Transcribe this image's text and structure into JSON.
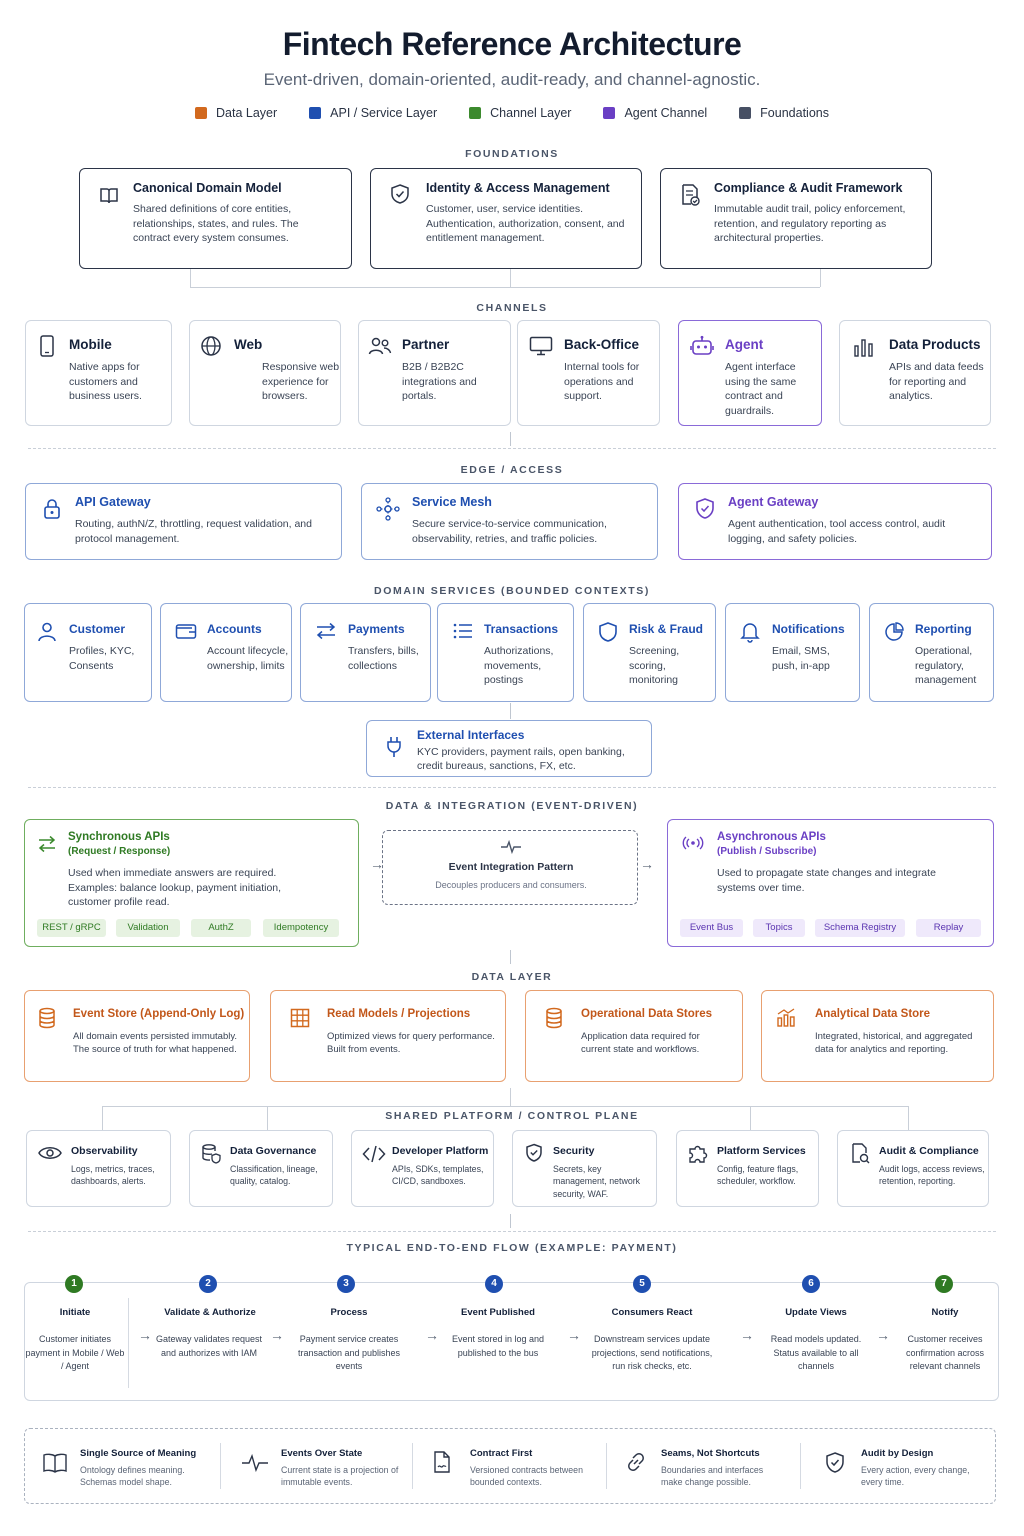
{
  "title": "Fintech Reference Architecture",
  "subtitle": "Event-driven, domain-oriented, audit-ready, and channel-agnostic.",
  "colors": {
    "data": "#d2691e",
    "api": "#1f4fb0",
    "channel": "#3c8a2e",
    "agent": "#6a3fc4",
    "foundations": "#475064",
    "step_dark": "#1f4fb0"
  },
  "legend": [
    {
      "label": "Data Layer",
      "color": "#d2691e"
    },
    {
      "label": "API / Service Layer",
      "color": "#1f4fb0"
    },
    {
      "label": "Channel Layer",
      "color": "#3c8a2e"
    },
    {
      "label": "Agent Channel",
      "color": "#6a3fc4"
    },
    {
      "label": "Foundations",
      "color": "#475064"
    }
  ],
  "sections": {
    "foundations": "FOUNDATIONS",
    "channels": "CHANNELS",
    "edge": "EDGE / ACCESS",
    "domain": "DOMAIN SERVICES (BOUNDED CONTEXTS)",
    "integration": "DATA & INTEGRATION (EVENT-DRIVEN)",
    "data": "DATA LAYER",
    "platform": "SHARED PLATFORM / CONTROL PLANE",
    "flow": "TYPICAL END-TO-END FLOW (EXAMPLE: PAYMENT)"
  },
  "foundations": [
    {
      "title": "Canonical Domain Model",
      "desc": "Shared definitions of core entities, relationships, states, and rules. The contract every system consumes."
    },
    {
      "title": "Identity & Access Management",
      "desc": "Customer, user, service identities. Authentication, authorization, consent, and entitlement management."
    },
    {
      "title": "Compliance & Audit Framework",
      "desc": "Immutable audit trail, policy enforcement, retention, and regulatory reporting as architectural properties."
    }
  ],
  "channels": [
    {
      "title": "Mobile",
      "desc": "Native apps for customers and business users."
    },
    {
      "title": "Web",
      "desc": "Responsive web experience for browsers."
    },
    {
      "title": "Partner",
      "desc": "B2B / B2B2C integrations and portals."
    },
    {
      "title": "Back-Office",
      "desc": "Internal tools for operations and support."
    },
    {
      "title": "Agent",
      "desc": "Agent interface using the same contract and guardrails."
    },
    {
      "title": "Data Products",
      "desc": "APIs and data feeds for reporting and analytics."
    }
  ],
  "edge": [
    {
      "title": "API Gateway",
      "desc": "Routing, authN/Z, throttling, request validation, and protocol management."
    },
    {
      "title": "Service Mesh",
      "desc": "Secure service-to-service communication, observability, retries, and traffic policies."
    },
    {
      "title": "Agent Gateway",
      "desc": "Agent authentication, tool access control, audit logging, and safety policies."
    }
  ],
  "domain": [
    {
      "title": "Customer",
      "desc": "Profiles, KYC, Consents"
    },
    {
      "title": "Accounts",
      "desc": "Account lifecycle, ownership, limits"
    },
    {
      "title": "Payments",
      "desc": "Transfers, bills, collections"
    },
    {
      "title": "Transactions",
      "desc": "Authorizations, movements, postings"
    },
    {
      "title": "Risk & Fraud",
      "desc": "Screening, scoring, monitoring"
    },
    {
      "title": "Notifications",
      "desc": "Email, SMS, push, in-app"
    },
    {
      "title": "Reporting",
      "desc": "Operational, regulatory, management"
    }
  ],
  "external": {
    "title": "External Interfaces",
    "desc": "KYC providers, payment rails, open banking, credit bureaus, sanctions, FX, etc."
  },
  "integration": {
    "sync": {
      "title": "Synchronous APIs",
      "subtitle": "(Request / Response)",
      "desc": "Used when immediate answers are required. Examples: balance lookup, payment initiation, customer profile read.",
      "tags": [
        "REST / gRPC",
        "Validation",
        "AuthZ",
        "Idempotency"
      ]
    },
    "pattern": {
      "title": "Event Integration Pattern",
      "desc": "Decouples producers and consumers."
    },
    "async": {
      "title": "Asynchronous APIs",
      "subtitle": "(Publish / Subscribe)",
      "desc": "Used to propagate state changes and integrate systems over time.",
      "tags": [
        "Event Bus",
        "Topics",
        "Schema Registry",
        "Replay"
      ]
    }
  },
  "data": [
    {
      "title": "Event Store (Append-Only Log)",
      "desc": "All domain events persisted immutably. The source of truth for what happened."
    },
    {
      "title": "Read Models / Projections",
      "desc": "Optimized views for query performance. Built from events."
    },
    {
      "title": "Operational Data Stores",
      "desc": "Application data required for current state and workflows."
    },
    {
      "title": "Analytical Data Store",
      "desc": "Integrated, historical, and aggregated data for analytics and reporting."
    }
  ],
  "platform": [
    {
      "title": "Observability",
      "desc": "Logs, metrics, traces, dashboards, alerts."
    },
    {
      "title": "Data Governance",
      "desc": "Classification, lineage, quality, catalog."
    },
    {
      "title": "Developer Platform",
      "desc": "APIs, SDKs, templates, CI/CD, sandboxes."
    },
    {
      "title": "Security",
      "desc": "Secrets, key management, network security, WAF."
    },
    {
      "title": "Platform Services",
      "desc": "Config, feature flags, scheduler, workflow."
    },
    {
      "title": "Audit & Compliance",
      "desc": "Audit logs, access reviews, retention, reporting."
    }
  ],
  "flow": [
    {
      "num": "1",
      "title": "Initiate",
      "desc": "Customer initiates payment in Mobile / Web / Agent"
    },
    {
      "num": "2",
      "title": "Validate & Authorize",
      "desc": "Gateway validates request and authorizes with IAM"
    },
    {
      "num": "3",
      "title": "Process",
      "desc": "Payment service creates transaction and publishes events"
    },
    {
      "num": "4",
      "title": "Event Published",
      "desc": "Event stored in log and published to the bus"
    },
    {
      "num": "5",
      "title": "Consumers React",
      "desc": "Downstream services update projections, send notifications, run risk checks, etc."
    },
    {
      "num": "6",
      "title": "Update Views",
      "desc": "Read models updated. Status available to all channels"
    },
    {
      "num": "7",
      "title": "Notify",
      "desc": "Customer receives confirmation across relevant channels"
    }
  ],
  "principles": [
    {
      "title": "Single Source of Meaning",
      "desc": "Ontology defines meaning. Schemas model shape."
    },
    {
      "title": "Events Over State",
      "desc": "Current state is a projection of immutable events."
    },
    {
      "title": "Contract First",
      "desc": "Versioned contracts between bounded contexts."
    },
    {
      "title": "Seams, Not Shortcuts",
      "desc": "Boundaries and interfaces make change possible."
    },
    {
      "title": "Audit by Design",
      "desc": "Every action, every change, every time."
    }
  ]
}
